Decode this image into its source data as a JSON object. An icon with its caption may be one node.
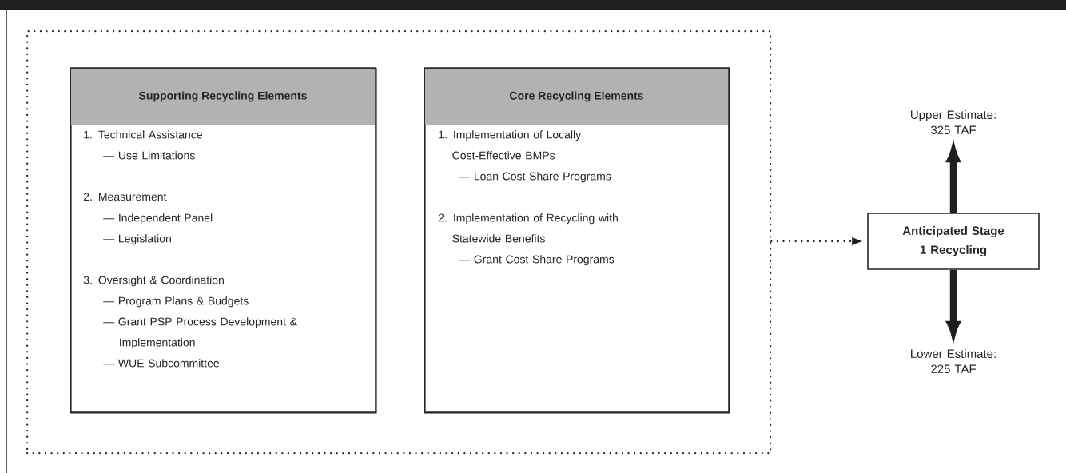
{
  "diagram": {
    "nodes": [
      {
        "text": [],
        "shape": "box"
      },
      {
        "text": [
          "Supporting Recycling Elements",
          "1. Technical Assistance",
          "— Use Limitations",
          "2. Measurement",
          "— Independent Panel",
          "— Legislation",
          "3. Oversight & Coordination",
          "— Program Plans & Budgets",
          "— Grant PSP Process Development & Implementation",
          "— WUE Subcommittee"
        ],
        "in": 0
      },
      {
        "text": [
          "Core Recycling Elements",
          "1. Implementation of Locally Cost-Effective BMPs",
          "— Loan Cost Share Programs",
          "2. Implementation of Recycling with Statewide Benefits",
          "— Grant Cost Share Programs"
        ],
        "in": 0
      },
      {
        "text": [
          "Anticipated Stage 1 Recycling"
        ]
      },
      {
        "text": [
          "Upper Estimate: 325 TAF"
        ]
      },
      {
        "text": [
          "Lower Estimate: 225 TAF"
        ]
      }
    ],
    "edges": [
      {
        "from": 0,
        "to": 3,
        "arrow": "to",
        "style": "dashed"
      },
      {
        "from": 3,
        "to": 4,
        "arrow": "to"
      },
      {
        "from": 3,
        "to": 5,
        "arrow": "to"
      }
    ]
  }
}
